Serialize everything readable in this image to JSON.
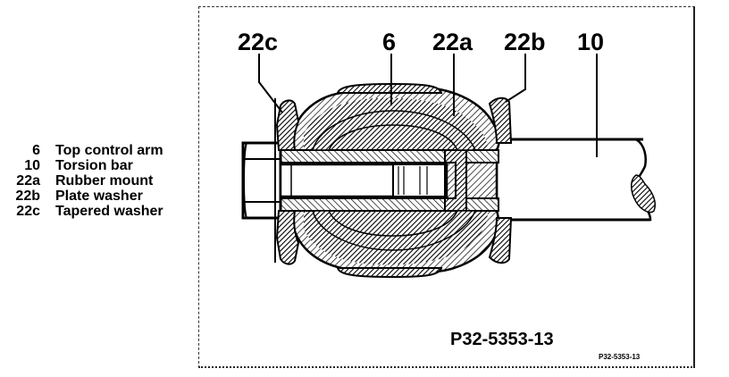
{
  "legend": [
    {
      "number": "6",
      "label": "Top control arm"
    },
    {
      "number": "10",
      "label": "Torsion bar"
    },
    {
      "number": "22a",
      "label": "Rubber mount"
    },
    {
      "number": "22b",
      "label": "Plate washer"
    },
    {
      "number": "22c",
      "label": "Tapered washer"
    }
  ],
  "callouts": {
    "c22c": "22c",
    "c6": "6",
    "c22a": "22a",
    "c22b": "22b",
    "c10": "10"
  },
  "figure_code": "P32-5353-13",
  "figure_code_small": "P32-5353-13"
}
